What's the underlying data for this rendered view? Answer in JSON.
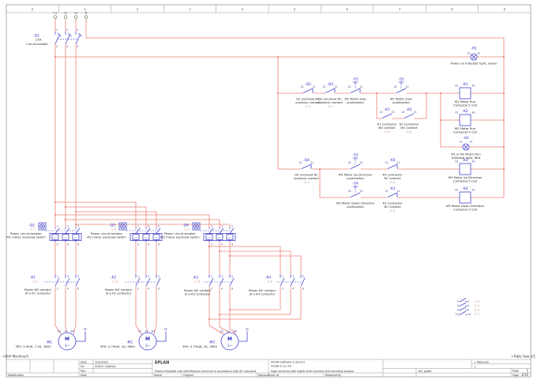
{
  "frame": {
    "columns": [
      "0",
      "1",
      "2",
      "3",
      "4",
      "5",
      "6",
      "7",
      "8",
      "9"
    ],
    "prev": "=Drill Machine/1",
    "next": "=Table Saw 2/1"
  },
  "supply": {
    "t": [
      "L1",
      "L2",
      "L3",
      "N"
    ]
  },
  "q1": {
    "tag": "-Q1",
    "rating": "25A",
    "desc": "Circuit breaker",
    "n1": "1",
    "n2": "2",
    "n3": "3",
    "n4": "4",
    "n5": "5",
    "n6": "6"
  },
  "c": {
    "h1": {
      "tag": "-H1",
      "a": "x1",
      "b": "x2",
      "d1": "Power on Indicator light, Green"
    },
    "q2": {
      "tag": "-Q2",
      "a": "12",
      "b": "11",
      "d1": "Q2 overload NC",
      "d2": "auxiliary contact",
      "ref": "/1.1"
    },
    "q3": {
      "tag": "-Q3",
      "a": "12",
      "b": "11",
      "d1": "Q3 overload NC",
      "d2": "auxiliary contact",
      "ref": "/1.2"
    },
    "s1": {
      "tag": "-S1",
      "a": "12",
      "b": "11",
      "d1": "M1 Motor stop",
      "d2": "pushbutton"
    },
    "s2": {
      "tag": "-S2",
      "a": "14",
      "b": "13",
      "d1": "M1 Motor start",
      "d2": "pushbutton"
    },
    "k1c": {
      "tag": "-K1",
      "a": "14",
      "b": "13",
      "d1": "K1 Contactor",
      "d2": "NO contact",
      "ref": "/1.8"
    },
    "k2c": {
      "tag": "-K2",
      "a": "14",
      "b": "13",
      "d1": "K2 Contactor",
      "d2": "NO contact",
      "ref": "/1.8"
    },
    "k1": {
      "tag": "-K1",
      "a": "A1",
      "b": "A2",
      "d1": "M1 Motor Run",
      "d2": "Contactor's Coil"
    },
    "k2": {
      "tag": "-K2",
      "a": "A1",
      "b": "A2",
      "d1": "M2 Motor Run",
      "d2": "Contactor's Coil"
    },
    "h2": {
      "tag": "-H2",
      "a": "x1",
      "b": "x2",
      "d1": "M1 & M2 Motor Run",
      "d2": "Indicator light, Red"
    },
    "q4": {
      "tag": "-Q4",
      "a": "12",
      "b": "11",
      "d1": "Q4 overload NC",
      "d2": "auxiliary contact",
      "ref": "/1.4"
    },
    "s3": {
      "tag": "-S3",
      "a": "14",
      "b": "13",
      "d1": "M3 Motor Up Direction",
      "d2": "pushbutton"
    },
    "k4c": {
      "tag": "-K4",
      "a": "12",
      "b": "11",
      "d1": "K4 Contactor",
      "d2": "NC contact",
      "ref": "/1.8"
    },
    "s4": {
      "tag": "-S4",
      "a": "14",
      "b": "13",
      "d1": "M3 Motor Down Direction",
      "d2": "pushbutton"
    },
    "k3c": {
      "tag": "-K3",
      "a": "12",
      "b": "11",
      "d1": "K3 Contactor",
      "d2": "NC contact",
      "ref": "/1.8"
    },
    "k3": {
      "tag": "-K3",
      "a": "A1",
      "b": "A2",
      "d1": "M3 Motor Up Direction",
      "d2": "Contactor's Coil"
    },
    "k4": {
      "tag": "-K4",
      "a": "A1",
      "b": "A2",
      "d1": "M3 Motor Down Direction",
      "d2": "Contactor's Coil"
    }
  },
  "p": {
    "tt": [
      "1",
      "3",
      "5"
    ],
    "tb": [
      "2",
      "4",
      "6"
    ],
    "ibl": "I>",
    "m": "M",
    "ph": "3~",
    "mt": [
      "U1",
      "V1",
      "W1",
      "PE"
    ],
    "b1": {
      "qtag": "-Q2",
      "qref": "/1.5",
      "qd1": "Power circuit breaker",
      "qd2": "M1 motor overload switch",
      "ktag": "-K1",
      "kref": "/1.8",
      "kd1": "Power NO contact",
      "kd2": "of a K1 contactor",
      "mtag": "-M1",
      "mspec": "3PH, 5.9kW, 7.5A, 380V"
    },
    "b2": {
      "qtag": "-Q3",
      "qref": "/1.6",
      "qd1": "Power circuit breaker",
      "qd2": "M2 motor overload switch",
      "ktag": "-K2",
      "kref": "/1.8",
      "kd1": "Power NO contact",
      "kd2": "of a K2 contactor",
      "mtag": "-M2",
      "mspec": "3PH, 0.75kW, 2A, 380V"
    },
    "b3": {
      "qtag": "-Q4",
      "qref": "/1.5",
      "qd1": "Power circuit breaker",
      "qd2": "M3 motor overload switch",
      "k3tag": "-K3",
      "k3ref": "/1.8",
      "k3d1": "Power NO contact",
      "k3d2": "of a K3 contactor",
      "k4tag": "-K4",
      "k4ref": "/1.8",
      "k4d1": "Power NO contact",
      "k4d2": "of a K4 contactor",
      "mtag": "-M3",
      "mspec": "3PH, 0.75kW, 2A, 380V"
    }
  },
  "legend": {
    "rows": [
      [
        "1",
        "2",
        "/1.4"
      ],
      [
        "3",
        "4",
        "/1.4"
      ],
      [
        "5",
        "6",
        "/1.4"
      ],
      [
        "13",
        "14",
        "/1.7"
      ]
    ]
  },
  "tb": {
    "date_l": "Date",
    "date": "1/31/2022",
    "ed_l": "Ed.",
    "ed": "GOKUL SUJAN(L)",
    "app_l": "App.",
    "brand": "EPLAN",
    "proj": "Project template with identification structure in accordance with IEC standard",
    "co1": "EPLAN Software & Service",
    "co2": "GmbH & Co. KG",
    "pstruct": "Page structure with higher-level function and mounting location",
    "struct": "= Tablesaw",
    "plus": "+",
    "form": "IEC_pj400",
    "page_l": "Page",
    "page_no": "1",
    "pages_l": "Page",
    "pages": "3/10",
    "mod": "Modification",
    "date2": "Date",
    "name": "Name",
    "orig": "Original",
    "replof": "Replacement of",
    "replby": "Replaced by"
  }
}
